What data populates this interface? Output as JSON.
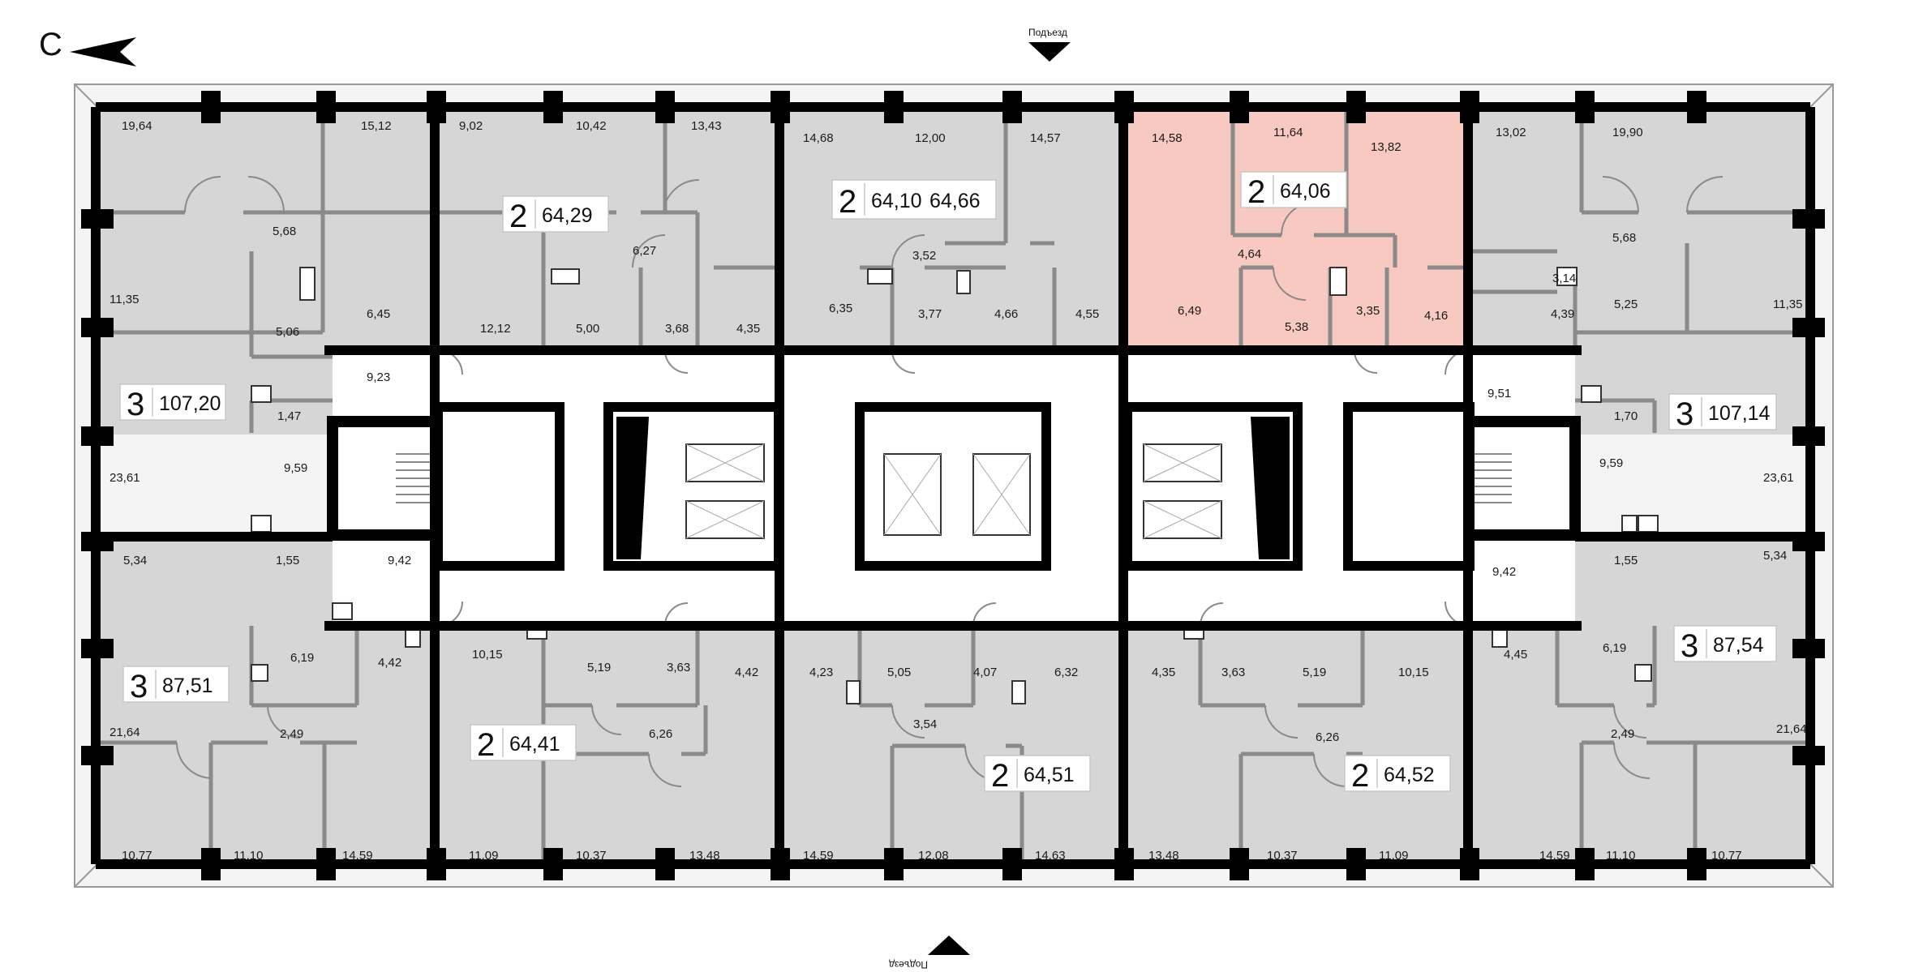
{
  "compass": {
    "label": "С"
  },
  "entrance_top": {
    "label": "Подъезд"
  },
  "entrance_bottom": {
    "label": "Подъезд"
  },
  "colors": {
    "floor": "#d6d6d6",
    "highlight": "#f7c9c0",
    "wall": "#000000",
    "core": "#ffffff"
  },
  "apartments": [
    {
      "rooms": "2",
      "area": "64,29",
      "highlighted": false
    },
    {
      "rooms": "2",
      "area": "64,10",
      "area2": "64,66",
      "highlighted": false
    },
    {
      "rooms": "2",
      "area": "64,06",
      "highlighted": true
    },
    {
      "rooms": "3",
      "area": "107,20",
      "highlighted": false
    },
    {
      "rooms": "3",
      "area": "107,14",
      "highlighted": false
    },
    {
      "rooms": "3",
      "area": "87,51",
      "highlighted": false
    },
    {
      "rooms": "3",
      "area": "87,54",
      "highlighted": false
    },
    {
      "rooms": "2",
      "area": "64,41",
      "highlighted": false
    },
    {
      "rooms": "2",
      "area": "64,51",
      "highlighted": false
    },
    {
      "rooms": "2",
      "area": "64,52",
      "highlighted": false
    }
  ],
  "room_labels": [
    "19,64",
    "15,12",
    "9,02",
    "10,42",
    "13,43",
    "14,68",
    "12,00",
    "14,57",
    "14,58",
    "11,64",
    "13,82",
    "13,02",
    "19,90",
    "5,68",
    "6,27",
    "3,52",
    "4,64",
    "5,68",
    "3,14",
    "11,35",
    "5,06",
    "6,45",
    "12,12",
    "5,00",
    "3,68",
    "4,35",
    "6,35",
    "3,77",
    "4,66",
    "4,55",
    "6,49",
    "5,38",
    "3,35",
    "4,16",
    "4,39",
    "5,25",
    "11,35",
    "9,23",
    "9,51",
    "1,47",
    "1,70",
    "9,59",
    "9,59",
    "23,61",
    "23,61",
    "1,55",
    "9,42",
    "9,42",
    "1,55",
    "5,34",
    "5,34",
    "6,19",
    "4,42",
    "10,15",
    "5,19",
    "3,63",
    "4,42",
    "4,23",
    "5,05",
    "4,07",
    "6,32",
    "4,35",
    "3,63",
    "5,19",
    "10,15",
    "4,45",
    "6,19",
    "3,54",
    "21,64",
    "2,49",
    "6,26",
    "6,26",
    "2,49",
    "21,64",
    "10,77",
    "11,10",
    "14,59",
    "11,09",
    "10,37",
    "13,48",
    "14,59",
    "12,08",
    "14,63",
    "13,48",
    "10,37",
    "11,09",
    "14,59",
    "11,10",
    "10,77"
  ]
}
